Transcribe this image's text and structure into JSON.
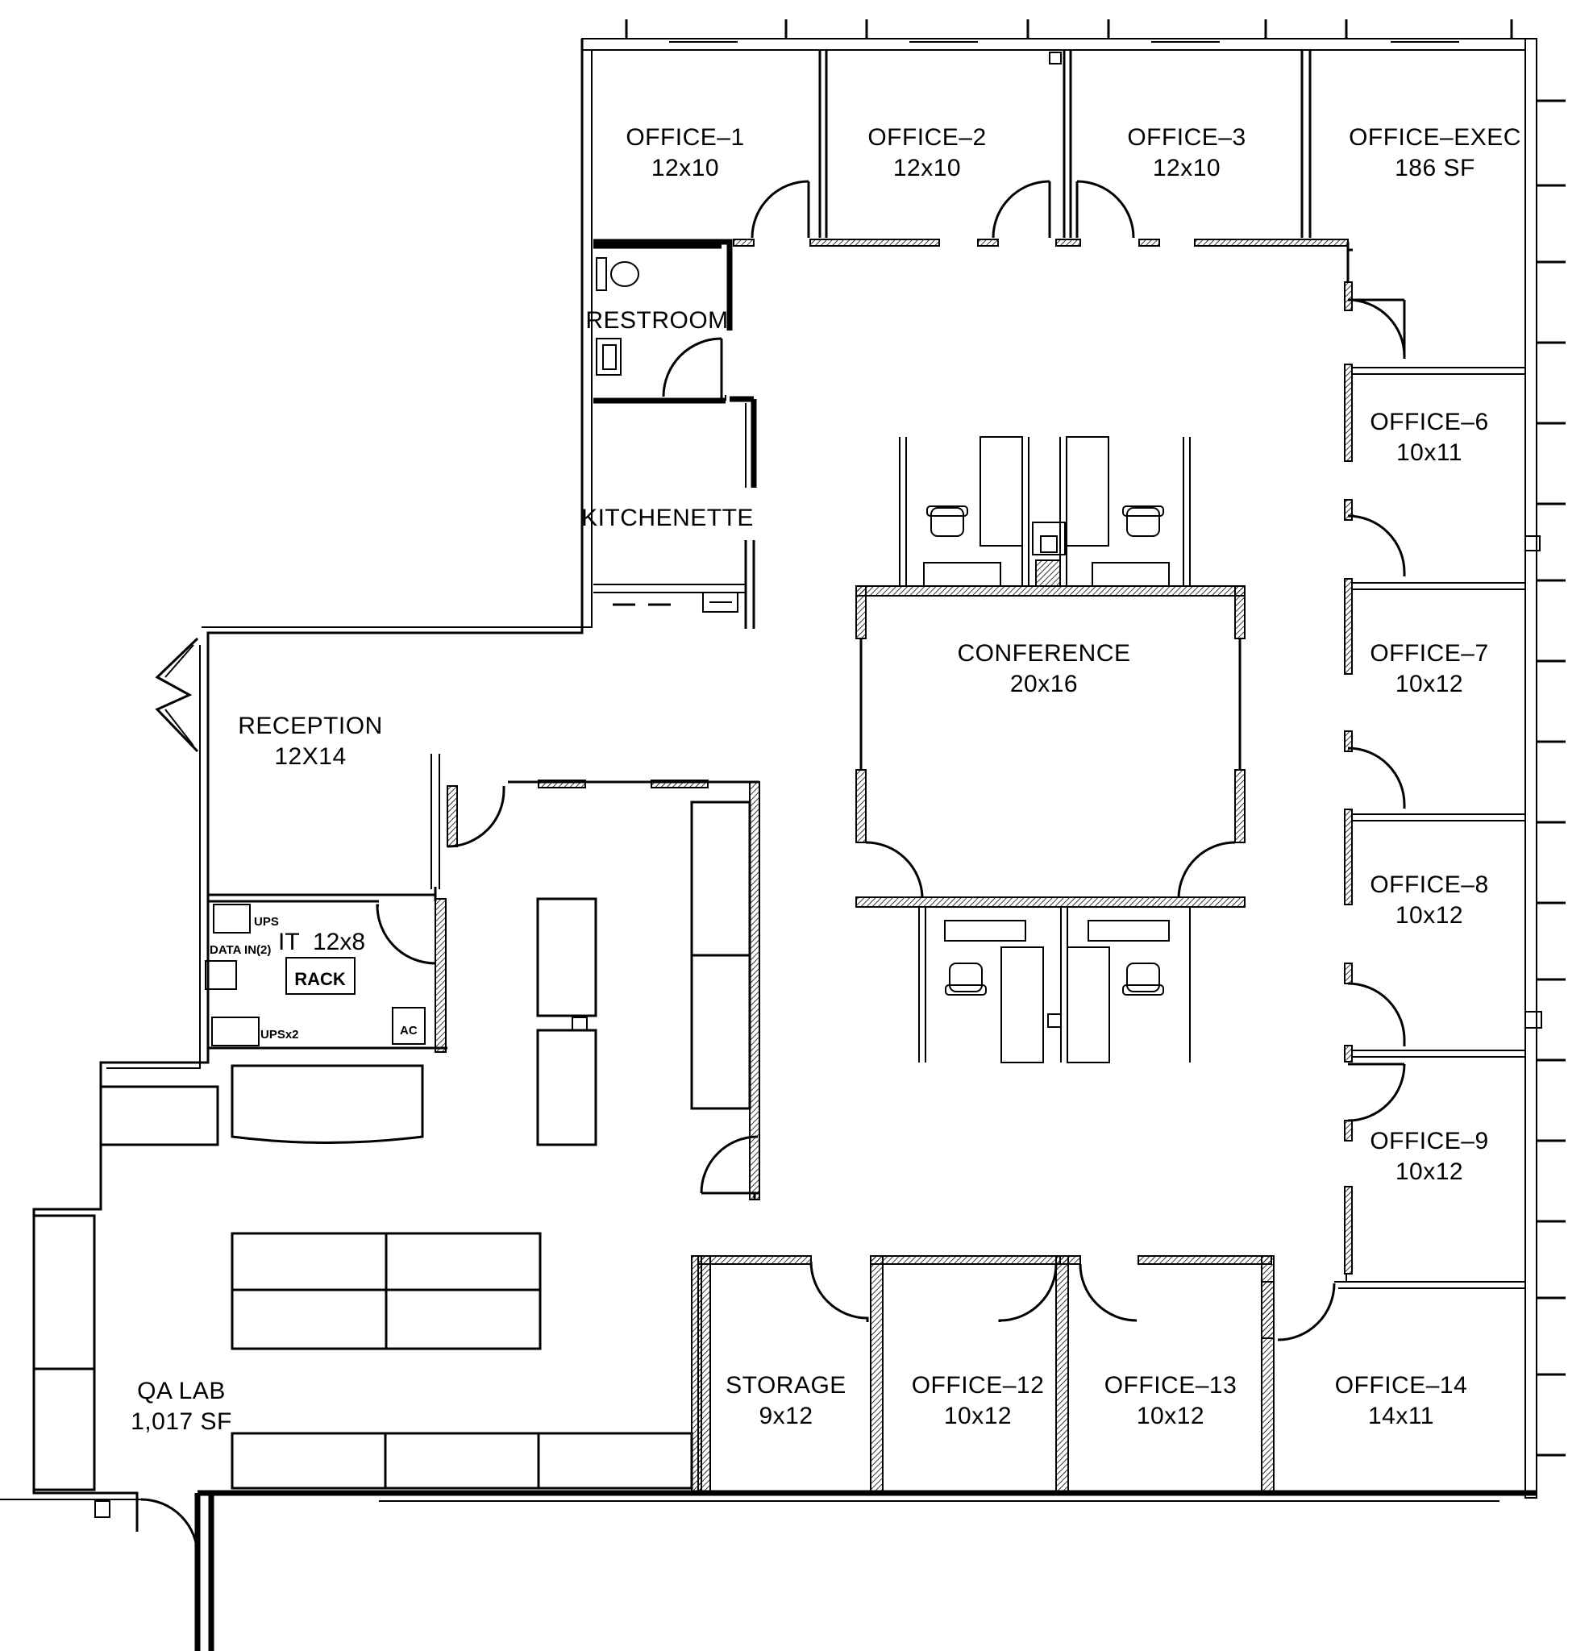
{
  "rooms": {
    "office1": {
      "name": "OFFICE–1",
      "size": "12x10"
    },
    "office2": {
      "name": "OFFICE–2",
      "size": "12x10"
    },
    "office3": {
      "name": "OFFICE–3",
      "size": "12x10"
    },
    "exec": {
      "name": "OFFICE–EXEC",
      "size": "186 SF"
    },
    "restroom": {
      "name": "RESTROOM"
    },
    "kitchen": {
      "name": "KITCHENETTE"
    },
    "office6": {
      "name": "OFFICE–6",
      "size": "10x11"
    },
    "office7": {
      "name": "OFFICE–7",
      "size": "10x12"
    },
    "office8": {
      "name": "OFFICE–8",
      "size": "10x12"
    },
    "office9": {
      "name": "OFFICE–9",
      "size": "10x12"
    },
    "conference": {
      "name": "CONFERENCE",
      "size": "20x16"
    },
    "reception": {
      "name": "RECEPTION",
      "size": "12X14"
    },
    "it": {
      "name": "IT",
      "size": "12x8"
    },
    "qa_lab": {
      "name": "QA  LAB",
      "size": "1,017  SF"
    },
    "storage": {
      "name": "STORAGE",
      "size": "9x12"
    },
    "office12": {
      "name": "OFFICE–12",
      "size": "10x12"
    },
    "office13": {
      "name": "OFFICE–13",
      "size": "10x12"
    },
    "office14": {
      "name": "OFFICE–14",
      "size": "14x11"
    }
  },
  "equipment": {
    "ups": "UPS",
    "data_in": "DATA  IN(2)",
    "ups_x2": "UPSx2",
    "rack": "RACK",
    "ac": "AC"
  }
}
